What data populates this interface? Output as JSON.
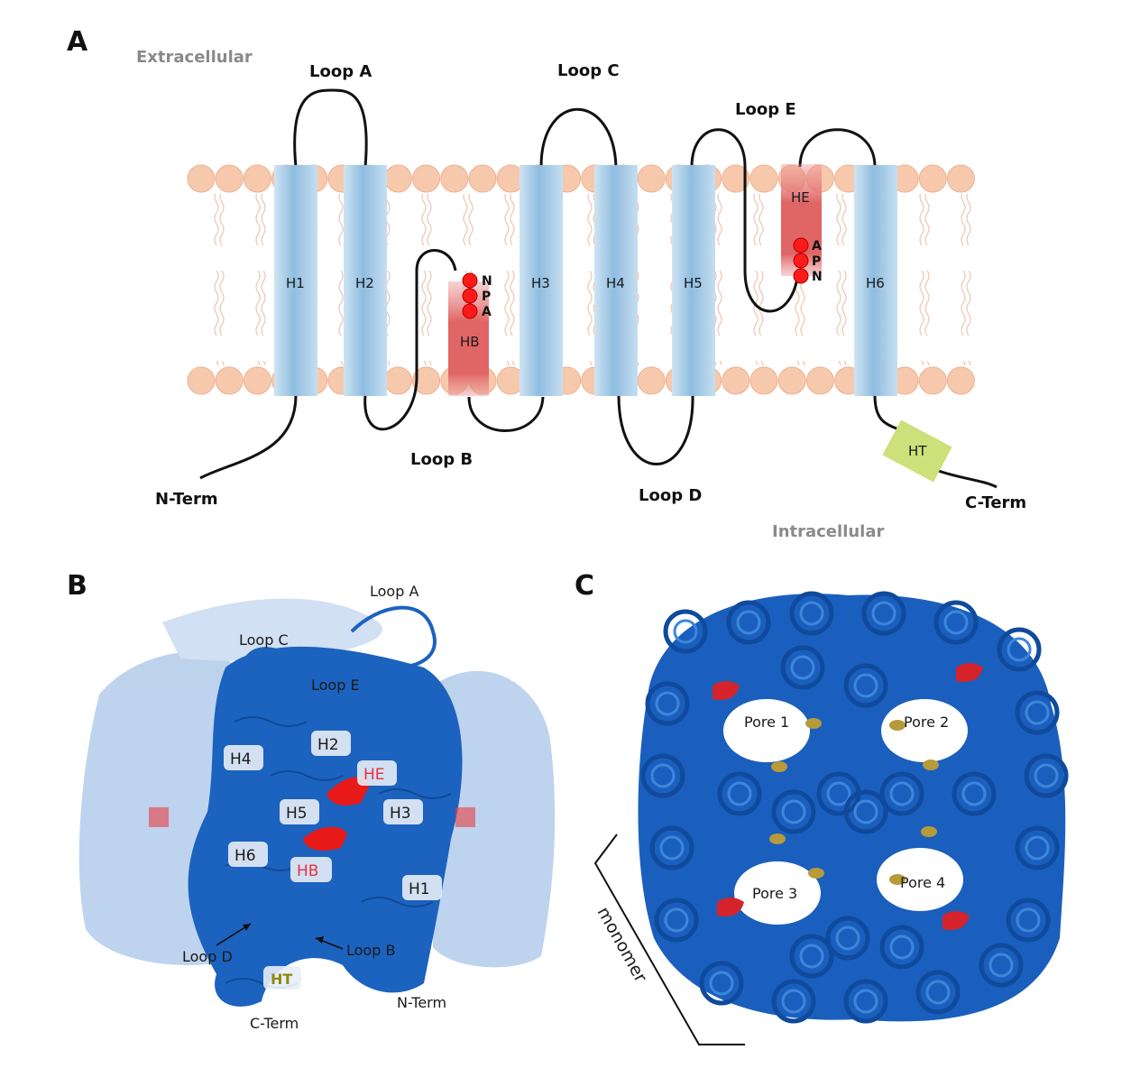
{
  "panels": {
    "a": "A",
    "b": "B",
    "c": "C"
  },
  "panel_a": {
    "extracellular": "Extracellular",
    "intracellular": "Intracellular",
    "helices": [
      "H1",
      "H2",
      "H3",
      "H4",
      "H5",
      "H6"
    ],
    "half_helices": [
      "HB",
      "HE"
    ],
    "terminal_helix": "HT",
    "loops": [
      "Loop A",
      "Loop B",
      "Loop C",
      "Loop D",
      "Loop E"
    ],
    "n_term": "N-Term",
    "c_term": "C-Term",
    "npa_hb": [
      "N",
      "P",
      "A"
    ],
    "npa_he": [
      "A",
      "P",
      "N"
    ]
  },
  "panel_b": {
    "loops": [
      "Loop A",
      "Loop C",
      "Loop E",
      "Loop D",
      "Loop B"
    ],
    "helices": [
      "H4",
      "H2",
      "HE",
      "H5",
      "H3",
      "H6",
      "HB",
      "H1"
    ],
    "ht": "HT",
    "n_term": "N-Term",
    "c_term": "C-Term"
  },
  "panel_c": {
    "pores": [
      "Pore 1",
      "Pore 2",
      "Pore 3",
      "Pore 4"
    ],
    "monomer": "monomer"
  },
  "colors": {
    "helix_blue": "#9cc6e2",
    "half_helix_red": "#e06a6a",
    "lipid_head": "#f6c9ad",
    "ht_green": "#cde07a",
    "protein_blue": "#1f66c2",
    "motif_red": "#ff1a1a"
  }
}
